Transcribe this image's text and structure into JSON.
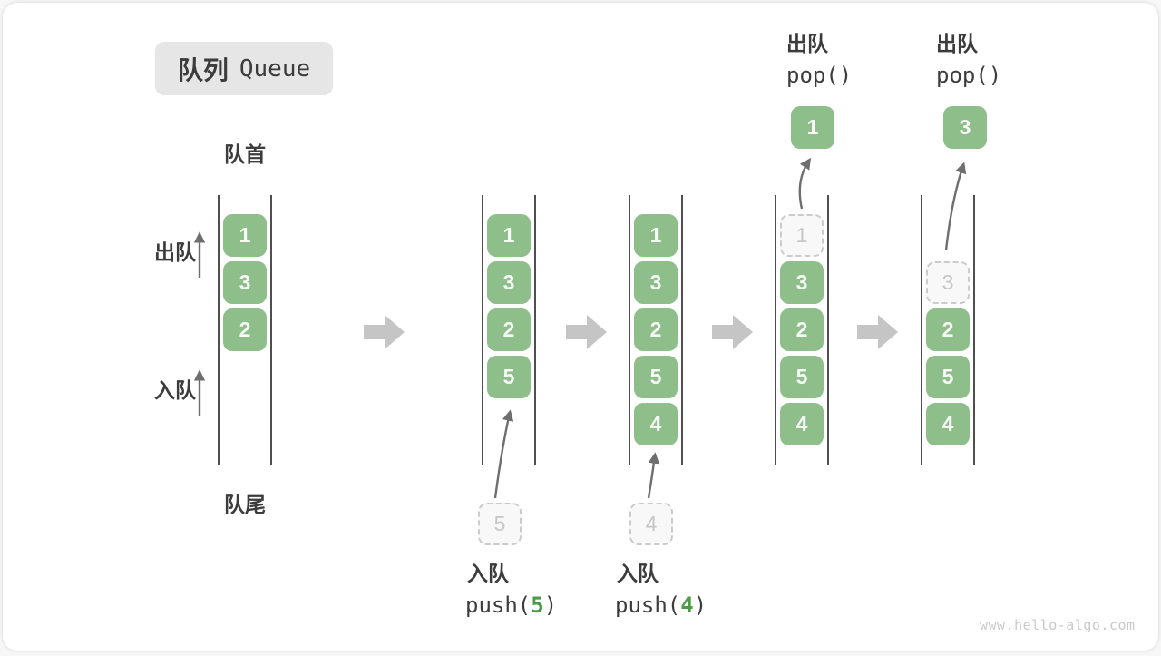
{
  "title": {
    "zh": "队列",
    "en": "Queue"
  },
  "labels": {
    "front": "队首",
    "rear": "队尾",
    "dequeue_side": "出队",
    "enqueue_side": "入队"
  },
  "colors": {
    "cell_green": "#8ebe8a",
    "accent_green": "#4c9b47",
    "block_arrow": "#c5c5c5",
    "thin_arrow": "#6e6e6e",
    "ghost_border": "#cbcbcb",
    "ghost_text": "#c6c6c6",
    "title_bg": "#e6e6e6",
    "text_dark": "#3c3c3c"
  },
  "states": [
    {
      "name": "initial queue",
      "cells": [
        {
          "v": "1",
          "slot": 0
        },
        {
          "v": "3",
          "slot": 1
        },
        {
          "v": "2",
          "slot": 2
        }
      ]
    },
    {
      "name": "after push(5)",
      "cells": [
        {
          "v": "1",
          "slot": 0
        },
        {
          "v": "3",
          "slot": 1
        },
        {
          "v": "2",
          "slot": 2
        },
        {
          "v": "5",
          "slot": 3
        }
      ]
    },
    {
      "name": "after push(4)",
      "cells": [
        {
          "v": "1",
          "slot": 0
        },
        {
          "v": "3",
          "slot": 1
        },
        {
          "v": "2",
          "slot": 2
        },
        {
          "v": "5",
          "slot": 3
        },
        {
          "v": "4",
          "slot": 4
        }
      ]
    },
    {
      "name": "after pop() of 1",
      "cells": [
        {
          "v": "1",
          "slot": 0,
          "ghost": true
        },
        {
          "v": "3",
          "slot": 1
        },
        {
          "v": "2",
          "slot": 2
        },
        {
          "v": "5",
          "slot": 3
        },
        {
          "v": "4",
          "slot": 4
        }
      ]
    },
    {
      "name": "after pop() of 3",
      "cells": [
        {
          "v": "3",
          "slot": 1,
          "ghost": true
        },
        {
          "v": "2",
          "slot": 2
        },
        {
          "v": "5",
          "slot": 3
        },
        {
          "v": "4",
          "slot": 4
        }
      ]
    }
  ],
  "operations": {
    "push5": {
      "label": "入队",
      "code_pre": "push(",
      "arg": "5",
      "code_post": ")",
      "ghost_value": "5"
    },
    "push4": {
      "label": "入队",
      "code_pre": "push(",
      "arg": "4",
      "code_post": ")",
      "ghost_value": "4"
    },
    "pop1": {
      "label": "出队",
      "code": "pop()",
      "value": "1"
    },
    "pop2": {
      "label": "出队",
      "code": "pop()",
      "value": "3"
    }
  },
  "watermark": "www.hello-algo.com"
}
